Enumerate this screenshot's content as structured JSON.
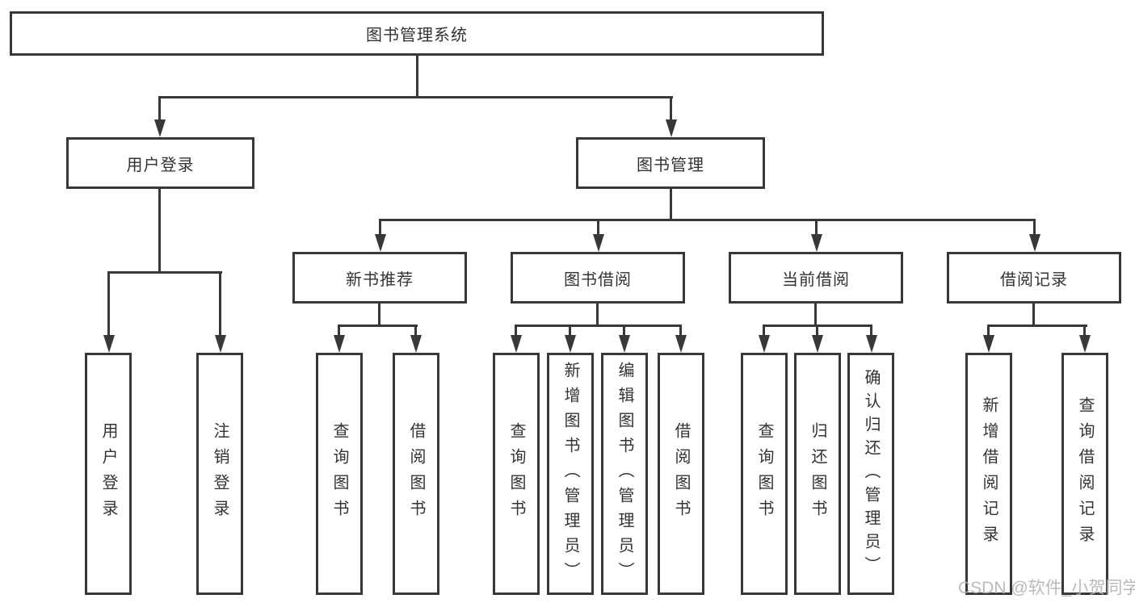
{
  "diagram": {
    "title": "图书管理系统",
    "nodes": {
      "root": "图书管理系统",
      "user_login": "用户登录",
      "book_mgmt": "图书管理",
      "new_book_rec": "新书推荐",
      "book_borrow": "图书借阅",
      "current_borrow": "当前借阅",
      "borrow_records": "借阅记录",
      "leaf_user_login": "用户登录",
      "leaf_logout": "注销登录",
      "leaf_rec_query_book": "查询图书",
      "leaf_rec_borrow_book": "借阅图书",
      "leaf_bb_query_book": "查询图书",
      "leaf_bb_add_book": "新增图书（管理员）",
      "leaf_bb_edit_book": "编辑图书（管理员）",
      "leaf_bb_borrow_book": "借阅图书",
      "leaf_cb_query_book": "查询图书",
      "leaf_cb_return_book": "归还图书",
      "leaf_cb_confirm_return": "确认归还（管理员）",
      "leaf_br_add_record": "新增借阅记录",
      "leaf_br_query_record": "查询借阅记录"
    },
    "colors": {
      "line": "#383838",
      "text": "#333333",
      "background": "#ffffff",
      "watermark": "#b3b3b3"
    }
  },
  "watermark": {
    "text": "CSDN @软件_小贺同学"
  }
}
